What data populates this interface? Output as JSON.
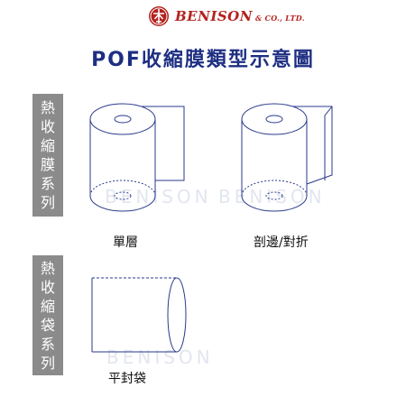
{
  "header": {
    "brand": "BENISON",
    "brand_sub": "& CO., LTD.",
    "logo_icon": "benison-logo-icon",
    "brand_color": "#b3221f"
  },
  "title": "POF收縮膜類型示意圖",
  "title_color": "#1e2f82",
  "sections": [
    {
      "label": "熱收縮膜系列",
      "items": [
        {
          "caption": "單層",
          "icon": "single-layer-roll-icon"
        },
        {
          "caption": "剖邊/對折",
          "icon": "folded-roll-icon"
        }
      ]
    },
    {
      "label": "熱收縮袋系列",
      "items": [
        {
          "caption": "平封袋",
          "icon": "flat-seal-bag-icon"
        }
      ]
    }
  ],
  "watermarks": [
    "BENISON",
    "BENISON",
    "BENISON"
  ],
  "colors": {
    "band": "#8b8b8b",
    "line": "#2a3a8c"
  }
}
